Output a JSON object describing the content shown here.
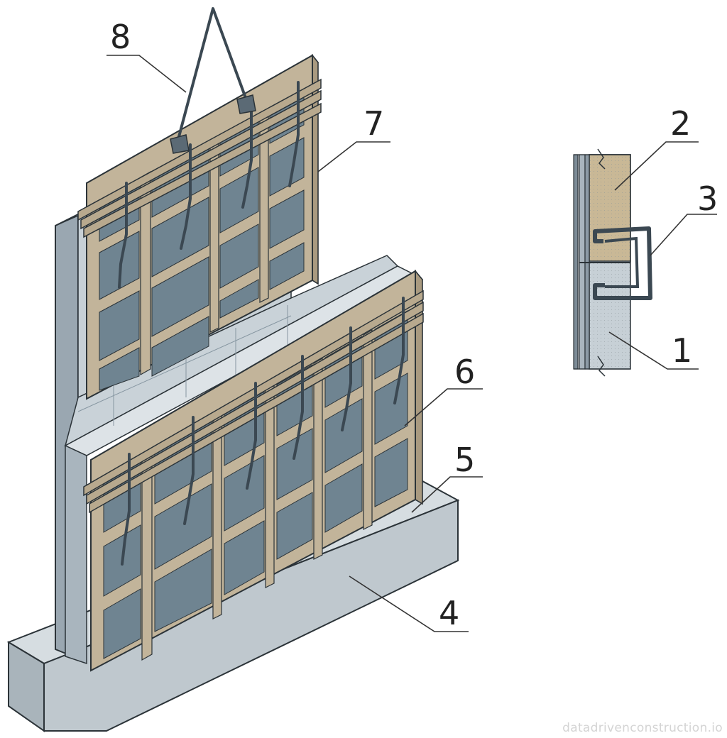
{
  "callouts": [
    {
      "id": "c1",
      "label": "1"
    },
    {
      "id": "c2",
      "label": "2"
    },
    {
      "id": "c3",
      "label": "3"
    },
    {
      "id": "c4",
      "label": "4"
    },
    {
      "id": "c5",
      "label": "5"
    },
    {
      "id": "c6",
      "label": "6"
    },
    {
      "id": "c7",
      "label": "7"
    },
    {
      "id": "c8",
      "label": "8"
    }
  ],
  "watermark": "datadrivenconstruction.io",
  "colors": {
    "concrete_light": "#c7d0d6",
    "concrete_mid": "#aab6bf",
    "concrete_dark": "#8c9aa5",
    "timber": "#c2b49a",
    "timber_dark": "#8d7f68",
    "panel_face": "#6f8491",
    "steel": "#3b4852",
    "outline": "#2b3338"
  }
}
